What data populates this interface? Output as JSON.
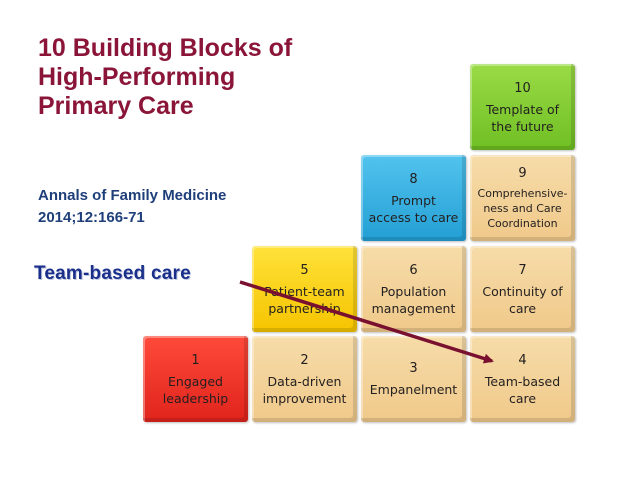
{
  "title_lines": [
    "10 Building Blocks of",
    "High-Performing",
    "Primary Care"
  ],
  "citation_lines": [
    "Annals of Family Medicine",
    "2014;12:166-71"
  ],
  "callout": "Team-based care",
  "colors": {
    "title": "#8b1538",
    "citation": "#1f3f7a",
    "callout": "#1a2f8a",
    "arrow": "#7a1030",
    "block_tan": "#f2cf93",
    "block_red": "#e83226",
    "block_yellow": "#f9d315",
    "block_blue": "#35b1e2",
    "block_green": "#82cd33"
  },
  "blocks": [
    {
      "num": "1",
      "lines": [
        "Engaged",
        "leadership"
      ],
      "color": "red"
    },
    {
      "num": "2",
      "lines": [
        "Data-driven",
        "improvement"
      ],
      "color": "tan"
    },
    {
      "num": "3",
      "lines": [
        "Empanelment"
      ],
      "color": "tan"
    },
    {
      "num": "4",
      "lines": [
        "Team-based",
        "care"
      ],
      "color": "tan"
    },
    {
      "num": "5",
      "lines": [
        "Patient-team",
        "partnership"
      ],
      "color": "yellow"
    },
    {
      "num": "6",
      "lines": [
        "Population",
        "management"
      ],
      "color": "tan"
    },
    {
      "num": "7",
      "lines": [
        "Continuity of",
        "care"
      ],
      "color": "tan"
    },
    {
      "num": "8",
      "lines": [
        "Prompt",
        "access to care"
      ],
      "color": "blue"
    },
    {
      "num": "9",
      "lines": [
        "Comprehensive-",
        "ness and Care",
        "Coordination"
      ],
      "color": "tan"
    },
    {
      "num": "10",
      "lines": [
        "Template of",
        "the future"
      ],
      "color": "green"
    }
  ]
}
